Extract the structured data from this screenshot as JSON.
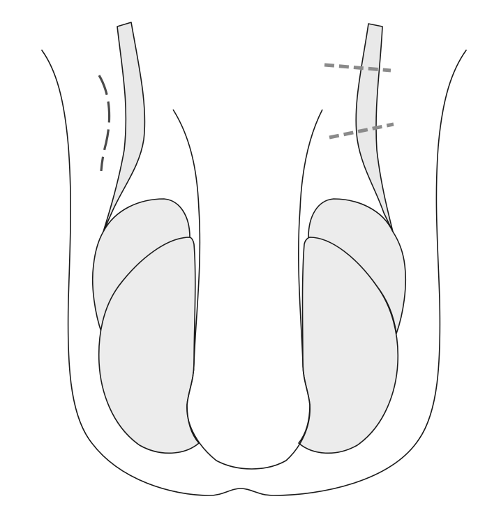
{
  "colors": {
    "background": "#ffffff",
    "outline": "#1a1a1a",
    "organ_fill": "#ececec",
    "cord_fill": "#e9e9e9",
    "left_incision": "#4a4a4a",
    "right_incision": "#8a8a8a"
  },
  "diagram": {
    "structures": [
      {
        "id": "scrotum-outline"
      },
      {
        "id": "left-spermatic-cord"
      },
      {
        "id": "right-spermatic-cord"
      },
      {
        "id": "left-epididymis"
      },
      {
        "id": "right-epididymis"
      },
      {
        "id": "left-testis"
      },
      {
        "id": "right-testis"
      },
      {
        "id": "penis-shaft"
      },
      {
        "id": "left-incision-mark"
      },
      {
        "id": "right-incision-upper"
      },
      {
        "id": "right-incision-lower"
      }
    ]
  }
}
